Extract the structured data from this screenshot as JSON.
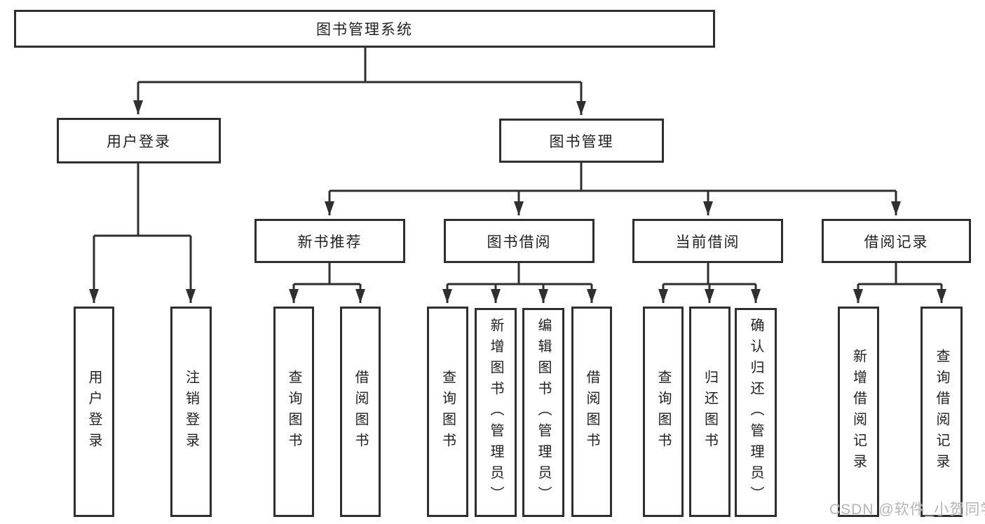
{
  "diagram": {
    "root": {
      "label": "图书管理系统",
      "children": [
        {
          "label": "用户登录",
          "children": [
            {
              "label": "用户登录"
            },
            {
              "label": "注销登录"
            }
          ]
        },
        {
          "label": "图书管理",
          "children": [
            {
              "label": "新书推荐",
              "children": [
                {
                  "label": "查询图书"
                },
                {
                  "label": "借阅图书"
                }
              ]
            },
            {
              "label": "图书借阅",
              "children": [
                {
                  "label": "查询图书"
                },
                {
                  "label": "新增图书（管理员）"
                },
                {
                  "label": "编辑图书（管理员）"
                },
                {
                  "label": "借阅图书"
                }
              ]
            },
            {
              "label": "当前借阅",
              "children": [
                {
                  "label": "查询图书"
                },
                {
                  "label": "归还图书"
                },
                {
                  "label": "确认归还（管理员）"
                }
              ]
            },
            {
              "label": "借阅记录",
              "children": [
                {
                  "label": "新增借阅记录"
                },
                {
                  "label": "查询借阅记录"
                }
              ]
            }
          ]
        }
      ]
    }
  },
  "watermark": {
    "text": "CSDN @软件_小贺同学"
  },
  "colors": {
    "line": "#2f2f2f",
    "node_border": "#2f2f2f",
    "node_fill": "#ffffff",
    "text": "#212121",
    "watermark": "#b5b5b5",
    "background": "#ffffff"
  }
}
